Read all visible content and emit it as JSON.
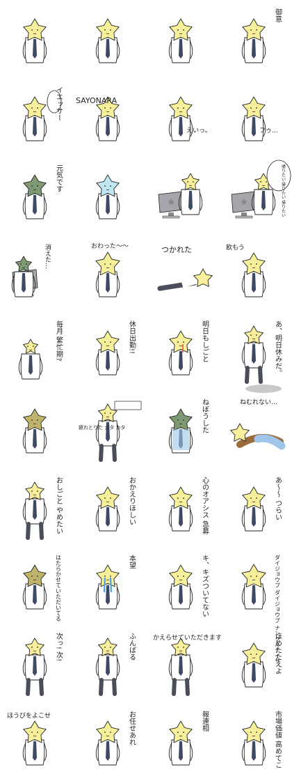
{
  "colors": {
    "star": "#f7ef9a",
    "star_stroke": "#222222",
    "star_green": "#7f9a72",
    "star_blue": "#bfe6f2",
    "star_dark": "#bfb36a",
    "shirt": "#ffffff",
    "tie": "#3d4a63",
    "pants": "#4a4e5c",
    "brown_pants": "#9a6b3c",
    "checker": "#9fc6e8",
    "monitor": "#a4a6ab",
    "blood": "#e8403a",
    "tears": "#4aa0e6"
  },
  "stickers": [
    {
      "id": 1,
      "caption": "",
      "vertical": false,
      "icon": "star-person-icon",
      "variant": "plain"
    },
    {
      "id": 2,
      "caption": "",
      "vertical": false,
      "icon": "star-point-up-icon",
      "variant": "point"
    },
    {
      "id": 3,
      "caption": "",
      "vertical": false,
      "icon": "star-peace-sign-icon",
      "variant": "peace"
    },
    {
      "id": 4,
      "caption": "御意",
      "vertical": true,
      "icon": "star-bow-icon",
      "variant": "plain"
    },
    {
      "id": 5,
      "caption": "イエッサー",
      "vertical": true,
      "icon": "star-salute-icon",
      "variant": "bubble"
    },
    {
      "id": 6,
      "caption": "SAYONARA",
      "vertical": false,
      "icon": "star-wave-icon",
      "variant": "wave"
    },
    {
      "id": 7,
      "caption": "えいっ。",
      "vertical": false,
      "icon": "star-throw-icon",
      "variant": "hands"
    },
    {
      "id": 8,
      "caption": "フゥ…",
      "vertical": false,
      "icon": "star-sigh-icon",
      "variant": "sigh"
    },
    {
      "id": 9,
      "caption": "元気です",
      "vertical": true,
      "icon": "green-star-icon",
      "variant": "green"
    },
    {
      "id": 10,
      "caption": "",
      "vertical": false,
      "icon": "ghost-star-icon",
      "variant": "ghost"
    },
    {
      "id": 11,
      "caption": "",
      "vertical": false,
      "icon": "star-at-computer-icon",
      "variant": "computer"
    },
    {
      "id": 12,
      "caption": "帰りたい 帰りたい 帰りたい",
      "vertical": false,
      "icon": "star-computer-thought-icon",
      "variant": "computer_bubble"
    },
    {
      "id": 13,
      "caption": "消えた…",
      "vertical": false,
      "icon": "star-fading-computer-icon",
      "variant": "fade_computer"
    },
    {
      "id": 14,
      "caption": "おわった〜〜",
      "vertical": false,
      "icon": "star-cheer-icon",
      "variant": "cheer"
    },
    {
      "id": 15,
      "caption": "つかれた",
      "vertical": false,
      "icon": "star-lying-down-icon",
      "variant": "lying"
    },
    {
      "id": 16,
      "caption": "飲もう",
      "vertical": false,
      "icon": "star-drink-icon",
      "variant": "plain"
    },
    {
      "id": 17,
      "caption": "毎月 繁忙期?",
      "vertical": true,
      "icon": "star-small-sitting-icon",
      "variant": "small"
    },
    {
      "id": 18,
      "caption": "休日出勤!!",
      "vertical": true,
      "icon": "star-weekend-work-icon",
      "variant": "plain"
    },
    {
      "id": 19,
      "caption": "明日もしごと",
      "vertical": true,
      "icon": "star-crying-blood-icon",
      "variant": "blood"
    },
    {
      "id": 20,
      "caption": "あ、明日休みだ。",
      "vertical": true,
      "icon": "star-standing-shadow-icon",
      "variant": "standing"
    },
    {
      "id": 21,
      "caption": "",
      "vertical": false,
      "icon": "dark-star-sitting-icon",
      "variant": "dark_sit"
    },
    {
      "id": 22,
      "caption": "疲れとりた カタ カタ",
      "vertical": false,
      "icon": "star-typing-icon",
      "variant": "typing"
    },
    {
      "id": 23,
      "caption": "ねぼうした",
      "vertical": true,
      "icon": "star-pajama-icon",
      "variant": "pajama"
    },
    {
      "id": 24,
      "caption": "ねむれない…",
      "vertical": false,
      "icon": "star-sleeping-icon",
      "variant": "sleeping"
    },
    {
      "id": 25,
      "caption": "おしごと やめたい",
      "vertical": true,
      "icon": "star-running-icon",
      "variant": "run"
    },
    {
      "id": 26,
      "caption": "おかえりほしい",
      "vertical": true,
      "icon": "star-wish-icon",
      "variant": "plain"
    },
    {
      "id": 27,
      "caption": "心のオアシス 急募",
      "vertical": true,
      "icon": "star-oasis-icon",
      "variant": "plain"
    },
    {
      "id": 28,
      "caption": "あ〜〜 つらい",
      "vertical": true,
      "icon": "star-sad-icon",
      "variant": "plain"
    },
    {
      "id": 29,
      "caption": "はたらかせていただいてる",
      "vertical": true,
      "icon": "dark-star-gratitude-icon",
      "variant": "dark_plain"
    },
    {
      "id": 30,
      "caption": "本望",
      "vertical": true,
      "icon": "star-tears-icon",
      "variant": "tears"
    },
    {
      "id": 31,
      "caption": "キ、キズついてない",
      "vertical": true,
      "icon": "star-hurt-icon",
      "variant": "plain"
    },
    {
      "id": 32,
      "caption": "ダイジョウブ ダイジョウブ ナンクルナイサ",
      "vertical": true,
      "icon": "star-okay-icon",
      "variant": "cheer_small"
    },
    {
      "id": 33,
      "caption": "次っ! 次!",
      "vertical": true,
      "icon": "star-pointing-icon",
      "variant": "point_walk"
    },
    {
      "id": 34,
      "caption": "ふんばる",
      "vertical": true,
      "icon": "star-squat-icon",
      "variant": "squat"
    },
    {
      "id": 35,
      "caption": "かえらせていただきます",
      "vertical": false,
      "icon": "star-dash-icon",
      "variant": "dash"
    },
    {
      "id": 36,
      "caption": "ほめたたえよ",
      "vertical": true,
      "icon": "star-proud-icon",
      "variant": "plain"
    },
    {
      "id": 37,
      "caption": "ほうびをよこせ",
      "vertical": false,
      "icon": "star-reward-icon",
      "variant": "plain"
    },
    {
      "id": 38,
      "caption": "お任せあれ",
      "vertical": true,
      "icon": "star-leave-it-icon",
      "variant": "plain"
    },
    {
      "id": 39,
      "caption": "報連相",
      "vertical": true,
      "icon": "star-thumbs-up-icon",
      "variant": "plain"
    },
    {
      "id": 40,
      "caption": "市場価値 高めてこ",
      "vertical": true,
      "icon": "star-market-value-icon",
      "variant": "plain"
    }
  ]
}
